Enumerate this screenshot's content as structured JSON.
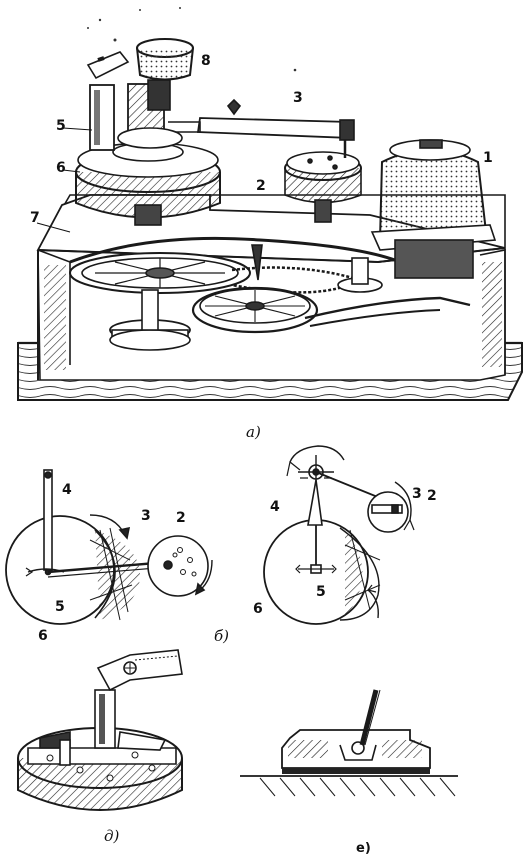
{
  "panels": {
    "a": {
      "caption": "а)",
      "labels": {
        "l8": "8",
        "l3": "3",
        "l5": "5",
        "l6": "6",
        "l1": "1",
        "l2": "2",
        "l7": "7"
      }
    },
    "b": {
      "caption": "б)",
      "left": {
        "l4": "4",
        "l3": "3",
        "l2": "2",
        "l5": "5",
        "l6": "6"
      },
      "right": {
        "l3": "3",
        "l4": "4",
        "l2": "2",
        "l5": "5",
        "l6": "6"
      }
    },
    "d": {
      "caption": "д)"
    },
    "e": {
      "caption": "е)"
    }
  },
  "colors": {
    "ink": "#1a1a1a",
    "paper": "#ffffff",
    "shade": "#6e6e6e"
  }
}
